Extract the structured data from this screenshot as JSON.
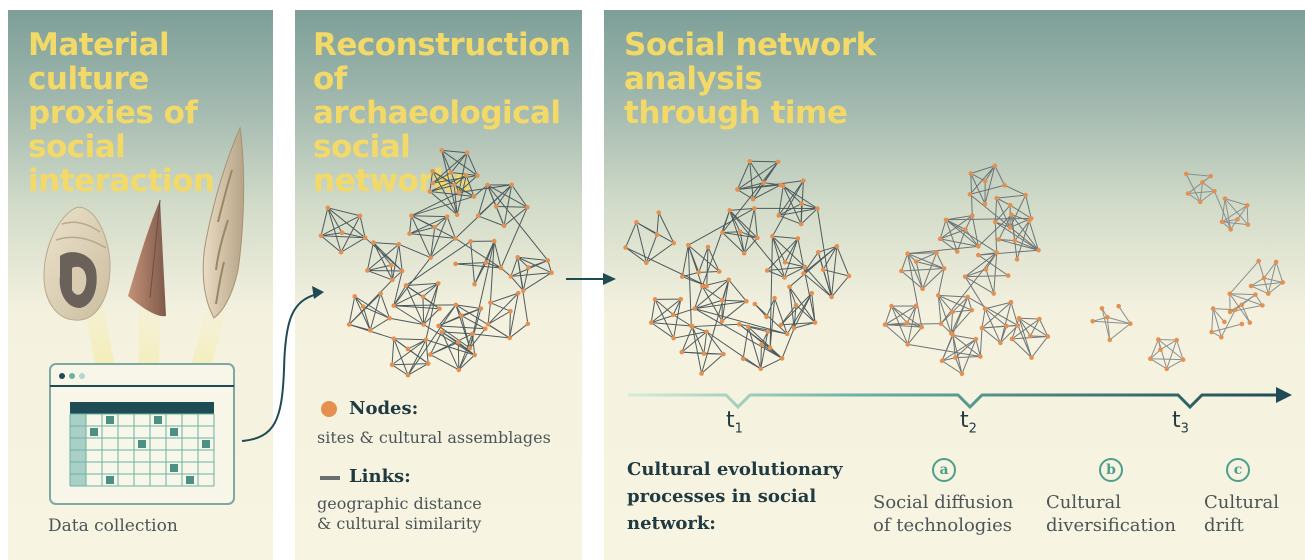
{
  "panels": {
    "material": {
      "title": "Material culture proxies of social interaction",
      "caption": "Data collection"
    },
    "reconstruction": {
      "title": "Reconstruction of archaeological social networks",
      "legend": {
        "nodes_label": "Nodes:",
        "nodes_desc": "sites & cultural assemblages",
        "links_label": "Links:",
        "links_desc_1": "geographic distance",
        "links_desc_2": "& cultural similarity"
      }
    },
    "analysis": {
      "title": "Social network analysis through time",
      "timeline": {
        "t1_main": "t",
        "t1_sub": "1",
        "t2_main": "t",
        "t2_sub": "2",
        "t3_main": "t",
        "t3_sub": "3"
      },
      "processes": {
        "title": "Cultural evolutionary processes in social network:",
        "a_badge": "a",
        "a_line1": "Social diffusion",
        "a_line2": "of technologies",
        "b_badge": "b",
        "b_line1": "Cultural",
        "b_line2": "diversification",
        "c_badge": "c",
        "c_line1": "Cultural",
        "c_line2": "drift"
      }
    }
  },
  "colors": {
    "title": "#f3d967",
    "node": "#e39050",
    "link": "#4e5a5c",
    "teal_dark": "#1f4b55",
    "teal_light": "#6ab3a3",
    "badge": "#4e9e8e"
  },
  "icons": {
    "shell": "shell-artifact-icon",
    "blade": "stone-blade-icon",
    "point": "bone-point-icon",
    "window": "data-window-icon"
  }
}
